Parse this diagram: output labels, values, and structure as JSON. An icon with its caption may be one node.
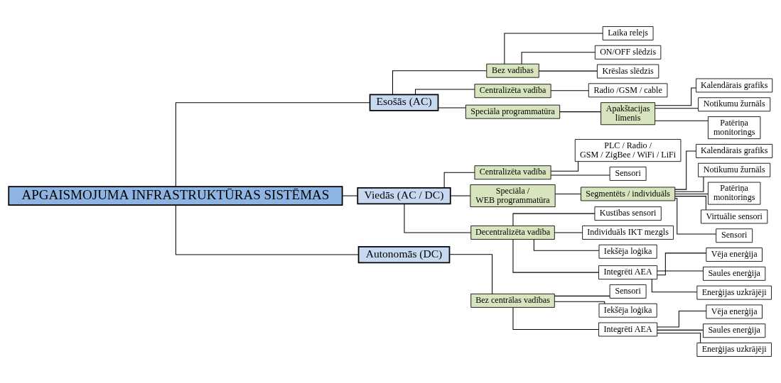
{
  "diagram": {
    "nodes": [
      {
        "text": [
          "APGAISMOJUMA INFRASTRUKTŪRAS SISTĒMAS"
        ]
      },
      {
        "text": [
          "Esošās (AC)"
        ]
      },
      {
        "text": [
          "Bez vadības"
        ]
      },
      {
        "text": [
          "Laika relejs"
        ]
      },
      {
        "text": [
          "ON/OFF slēdzis"
        ]
      },
      {
        "text": [
          "Krēslas slēdzis"
        ]
      },
      {
        "text": [
          "Centralizēta vadība"
        ]
      },
      {
        "text": [
          "Radio /GSM / cable"
        ]
      },
      {
        "text": [
          "Speciāla programmatūra"
        ]
      },
      {
        "text": [
          "Apakštacijas līmenis"
        ]
      },
      {
        "text": [
          "Kalendārais grafiks"
        ]
      },
      {
        "text": [
          "Notikumu žurnāls"
        ]
      },
      {
        "text": [
          "Patēriņa monitorings"
        ]
      },
      {
        "text": [
          "Viedās (AC / DC)"
        ]
      },
      {
        "text": [
          "Centralizēta vadība"
        ]
      },
      {
        "text": [
          "PLC / Radio / GSM / ZigBee / WiFi / LiFi"
        ]
      },
      {
        "text": [
          "Sensori"
        ]
      },
      {
        "text": [
          "Speciāla / WEB programmatūra"
        ]
      },
      {
        "text": [
          "Segmentēts / individuāls"
        ]
      },
      {
        "text": [
          "Kalendārais grafiks"
        ]
      },
      {
        "text": [
          "Notikumu žurnāls"
        ]
      },
      {
        "text": [
          "Patēriņa monitorings"
        ]
      },
      {
        "text": [
          "Virtuālie sensori"
        ]
      },
      {
        "text": [
          "Sensori"
        ]
      },
      {
        "text": [
          "Decentralizēta vadība"
        ]
      },
      {
        "text": [
          "Kustības sensori"
        ]
      },
      {
        "text": [
          "Individuāls IKT mezgls"
        ]
      },
      {
        "text": [
          "Iekšēja loģika"
        ]
      },
      {
        "text": [
          "Integrēti AEA"
        ]
      },
      {
        "text": [
          "Vēja enerģija"
        ]
      },
      {
        "text": [
          "Saules enerģija"
        ]
      },
      {
        "text": [
          "Enerģijas uzkrājēji"
        ]
      },
      {
        "text": [
          "Autonomās (DC)"
        ]
      },
      {
        "text": [
          "Bez centrālas vadības"
        ]
      },
      {
        "text": [
          "Sensori"
        ]
      },
      {
        "text": [
          "Iekšēja loģika"
        ]
      },
      {
        "text": [
          "Integrēti AEA"
        ]
      },
      {
        "text": [
          "Vēja enerģija"
        ]
      },
      {
        "text": [
          "Saules enerģija"
        ]
      },
      {
        "text": [
          "Enerģijas uzkrājēji"
        ]
      }
    ],
    "edges": [
      {
        "from": 0,
        "to": 1,
        "arrow": "none"
      },
      {
        "from": 0,
        "to": 13,
        "arrow": "none"
      },
      {
        "from": 0,
        "to": 32,
        "arrow": "none"
      },
      {
        "from": 1,
        "to": 2,
        "arrow": "none"
      },
      {
        "from": 2,
        "to": 3,
        "arrow": "none"
      },
      {
        "from": 2,
        "to": 4,
        "arrow": "none"
      },
      {
        "from": 2,
        "to": 5,
        "arrow": "none"
      },
      {
        "from": 1,
        "to": 6,
        "arrow": "none"
      },
      {
        "from": 6,
        "to": 7,
        "arrow": "none"
      },
      {
        "from": 1,
        "to": 8,
        "arrow": "none"
      },
      {
        "from": 8,
        "to": 9,
        "arrow": "none"
      },
      {
        "from": 9,
        "to": 10,
        "arrow": "none"
      },
      {
        "from": 9,
        "to": 11,
        "arrow": "none"
      },
      {
        "from": 9,
        "to": 12,
        "arrow": "none"
      },
      {
        "from": 13,
        "to": 14,
        "arrow": "none"
      },
      {
        "from": 14,
        "to": 15,
        "arrow": "none"
      },
      {
        "from": 14,
        "to": 16,
        "arrow": "none"
      },
      {
        "from": 13,
        "to": 17,
        "arrow": "none"
      },
      {
        "from": 17,
        "to": 18,
        "arrow": "none"
      },
      {
        "from": 18,
        "to": 19,
        "arrow": "none"
      },
      {
        "from": 18,
        "to": 20,
        "arrow": "none"
      },
      {
        "from": 18,
        "to": 21,
        "arrow": "none"
      },
      {
        "from": 18,
        "to": 22,
        "arrow": "none"
      },
      {
        "from": 18,
        "to": 23,
        "arrow": "none"
      },
      {
        "from": 13,
        "to": 24,
        "arrow": "none"
      },
      {
        "from": 24,
        "to": 25,
        "arrow": "none"
      },
      {
        "from": 24,
        "to": 26,
        "arrow": "none"
      },
      {
        "from": 24,
        "to": 27,
        "arrow": "none"
      },
      {
        "from": 24,
        "to": 28,
        "arrow": "none"
      },
      {
        "from": 28,
        "to": 29,
        "arrow": "none"
      },
      {
        "from": 28,
        "to": 30,
        "arrow": "none"
      },
      {
        "from": 28,
        "to": 31,
        "arrow": "none"
      },
      {
        "from": 32,
        "to": 33,
        "arrow": "none"
      },
      {
        "from": 33,
        "to": 34,
        "arrow": "none"
      },
      {
        "from": 33,
        "to": 35,
        "arrow": "none"
      },
      {
        "from": 33,
        "to": 36,
        "arrow": "none"
      },
      {
        "from": 36,
        "to": 37,
        "arrow": "none"
      },
      {
        "from": 36,
        "to": 38,
        "arrow": "none"
      },
      {
        "from": 36,
        "to": 39,
        "arrow": "none"
      }
    ]
  }
}
